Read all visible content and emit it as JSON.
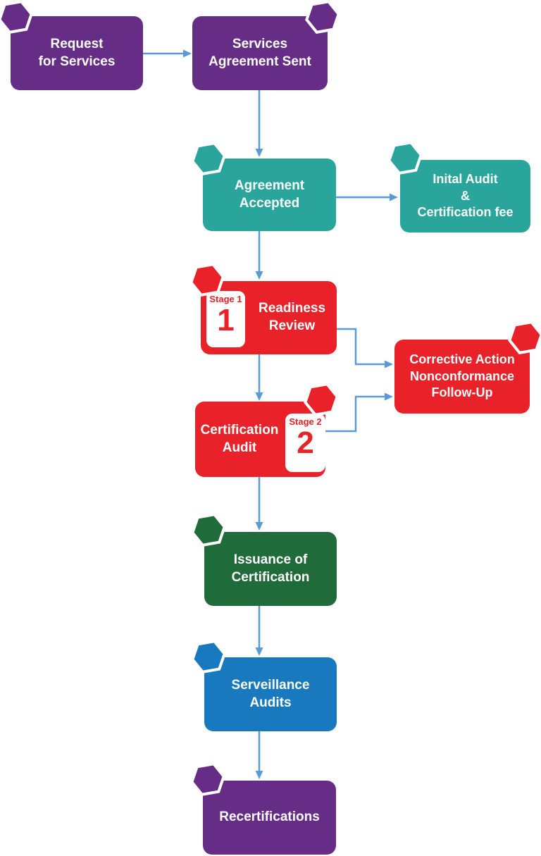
{
  "colors": {
    "purple": "#662D87",
    "teal": "#29A59C",
    "red": "#E92128",
    "green": "#206B3A",
    "blue": "#1979BF",
    "connector": "#5B9BD5",
    "node_text": "#FFFFFF",
    "badge_bg": "#FFFFFF"
  },
  "nodes": {
    "request_for_services": {
      "label": "Request\nfor Services"
    },
    "services_agreement_sent": {
      "label": "Services\nAgreement Sent"
    },
    "agreement_accepted": {
      "label": "Agreement\nAccepted"
    },
    "initial_audit": {
      "label": "Inital Audit\n&\nCertification fee"
    },
    "readiness_review": {
      "label": "Readiness\nReview"
    },
    "certification_audit": {
      "label": "Certification\nAudit"
    },
    "corrective_action": {
      "label": "Corrective Action\nNonconformance\nFollow-Up"
    },
    "issuance_of_certification": {
      "label": "Issuance of\nCertification"
    },
    "surveillance_audits": {
      "label": "Serveillance\nAudits"
    },
    "recertifications": {
      "label": "Recertifications"
    }
  },
  "badges": {
    "stage1": {
      "stage": "Stage 1",
      "number": "1"
    },
    "stage2": {
      "stage": "Stage 2",
      "number": "2"
    }
  }
}
